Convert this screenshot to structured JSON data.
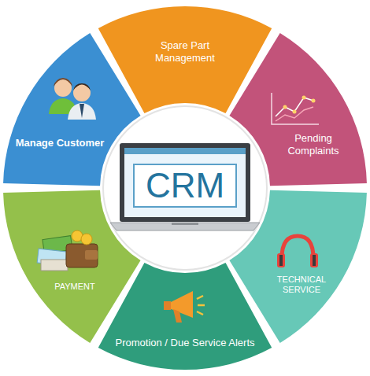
{
  "diagram": {
    "nodes": [
      {
        "text": [
          "Spare Part Management"
        ]
      },
      {
        "text": [
          "Pending Complaints"
        ]
      },
      {
        "text": [
          "TECHNICAL SERVICE"
        ]
      },
      {
        "text": [
          "Promotion / Due Service Alerts"
        ]
      },
      {
        "text": [
          "PAYMENT"
        ]
      },
      {
        "text": [
          "Manage Customer"
        ]
      },
      {
        "text": [
          "CRM"
        ]
      }
    ]
  }
}
